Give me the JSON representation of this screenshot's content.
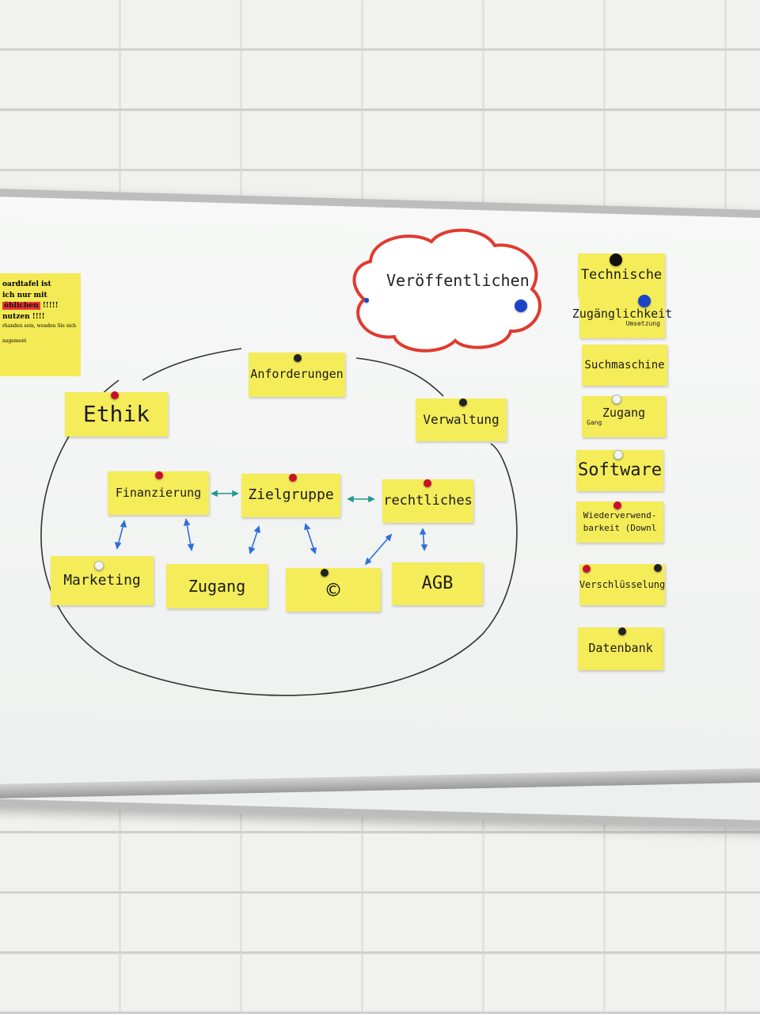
{
  "cloud": {
    "label": "Veröffentlichen"
  },
  "sign": {
    "lines": [
      "oardtafel ist",
      "ich nur mit",
      "nutzen !!!!",
      "rhanden sein, wenden Sie sich",
      "nagement"
    ],
    "highlight": "öhlichen",
    "highlight_suffix": " !!!!!"
  },
  "notes": {
    "anforderungen": "Anforderungen",
    "ethik": "Ethik",
    "verwaltung": "Verwaltung",
    "finanzierung": "Finanzierung",
    "zielgruppe": "Zielgruppe",
    "rechtliches": "rechtliches",
    "marketing": "Marketing",
    "zugang": "Zugang",
    "copyright": "©",
    "agb": "AGB"
  },
  "right_column": {
    "technische": "Technische",
    "zugaenglichkeit": "Zugänglichkeit",
    "zugaenglichkeit_sub": "Umsetzung",
    "suchmaschine": "Suchmaschine",
    "zugang": "Zugang",
    "zugang_sub": "Gang",
    "software": "Software",
    "wiederverwend_1": "Wiederverwend-",
    "wiederverwend_2": "barkeit (Downl",
    "verschluesselung": "Verschlüsselung",
    "datenbank": "Datenbank"
  },
  "colors": {
    "note": "#f5ec5a",
    "cloud_border": "#e03a2f",
    "arrow_blue": "#2f6fdc",
    "arrow_teal": "#1f9a8a"
  }
}
